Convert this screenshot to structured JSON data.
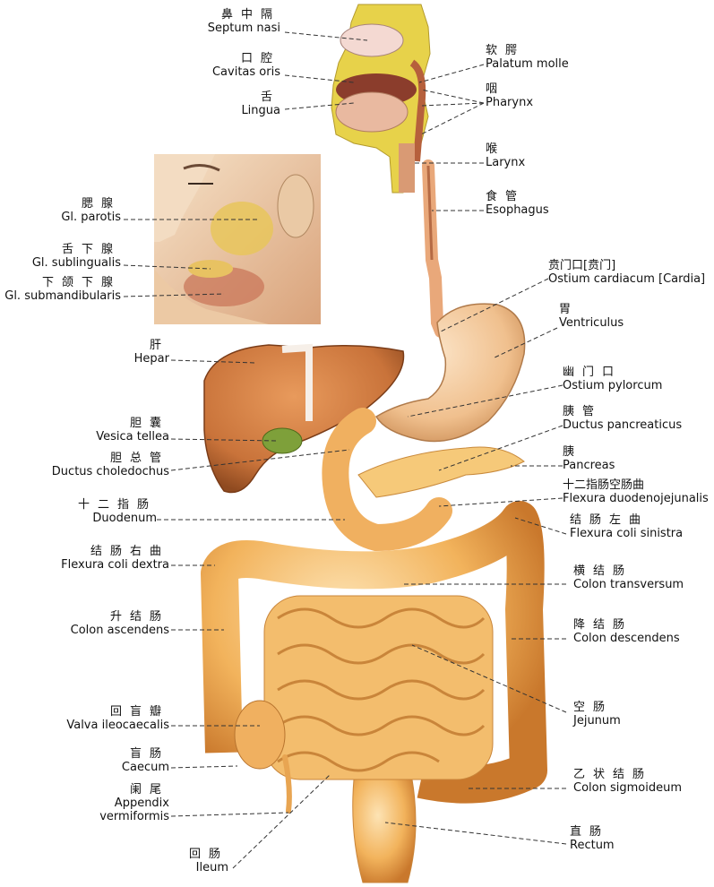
{
  "labels": {
    "septum": {
      "zh": "鼻中隔",
      "la": "Septum nasi"
    },
    "cavitas_oris": {
      "zh": "口腔",
      "la": "Cavitas oris"
    },
    "lingua": {
      "zh": "舌",
      "la": "Lingua"
    },
    "palatum": {
      "zh": "软腭",
      "la": "Palatum molle"
    },
    "pharynx": {
      "zh": "咽",
      "la": "Pharynx"
    },
    "larynx": {
      "zh": "喉",
      "la": "Larynx"
    },
    "esophagus": {
      "zh": "食管",
      "la": "Esophagus"
    },
    "parotis": {
      "zh": "腮腺",
      "la": "Gl. parotis"
    },
    "sublingualis": {
      "zh": "舌下腺",
      "la": "Gl. sublingualis"
    },
    "submandibularis": {
      "zh": "下颌下腺",
      "la": "Gl. submandibularis"
    },
    "cardia": {
      "zh": "贲门口[贲门]",
      "la": "Ostium cardiacum [Cardia]"
    },
    "ventriculus": {
      "zh": "胃",
      "la": "Ventriculus"
    },
    "hepar": {
      "zh": "肝",
      "la": "Hepar"
    },
    "pylorus": {
      "zh": "幽门口",
      "la": "Ostium pylorcum"
    },
    "ductus_panc": {
      "zh": "胰管",
      "la": "Ductus pancreaticus"
    },
    "vesica": {
      "zh": "胆囊",
      "la": "Vesica tellea"
    },
    "pancreas": {
      "zh": "胰",
      "la": "Pancreas"
    },
    "choledochus": {
      "zh": "胆总管",
      "la": "Ductus choledochus"
    },
    "flexura_dj": {
      "zh": "十二指肠空肠曲",
      "la": "Flexura duodenojejunalis"
    },
    "duodenum": {
      "zh": "十二指肠",
      "la": "Duodenum"
    },
    "flexura_sin": {
      "zh": "结肠左曲",
      "la": "Flexura coli sinistra"
    },
    "flexura_dex": {
      "zh": "结肠右曲",
      "la": "Flexura coli dextra"
    },
    "transversum": {
      "zh": "横结肠",
      "la": "Colon transversum"
    },
    "ascendens": {
      "zh": "升结肠",
      "la": "Colon ascendens"
    },
    "descendens": {
      "zh": "降结肠",
      "la": "Colon descendens"
    },
    "valva": {
      "zh": "回盲瓣",
      "la": "Valva ileocaecalis"
    },
    "jejunum": {
      "zh": "空肠",
      "la": "Jejunum"
    },
    "caecum": {
      "zh": "盲肠",
      "la": "Caecum"
    },
    "sigmoideum": {
      "zh": "乙状结肠",
      "la": "Colon sigmoideum"
    },
    "appendix": {
      "zh": "阑尾",
      "la": "Appendix vermiformis"
    },
    "appendix_la2": {
      "la": "vermiformis"
    },
    "appendix_la1": {
      "la": "Appendix"
    },
    "rectum": {
      "zh": "直肠",
      "la": "Rectum"
    },
    "ileum": {
      "zh": "回肠",
      "la": "Ileum"
    }
  },
  "colors": {
    "organ": "#f2b35c",
    "organ_dark": "#c9782c",
    "liver": "#c9733a",
    "liver_dark": "#9a4d22",
    "gall": "#7ea03a",
    "head_bg": "#e8c8a0",
    "leader": "#333333"
  }
}
